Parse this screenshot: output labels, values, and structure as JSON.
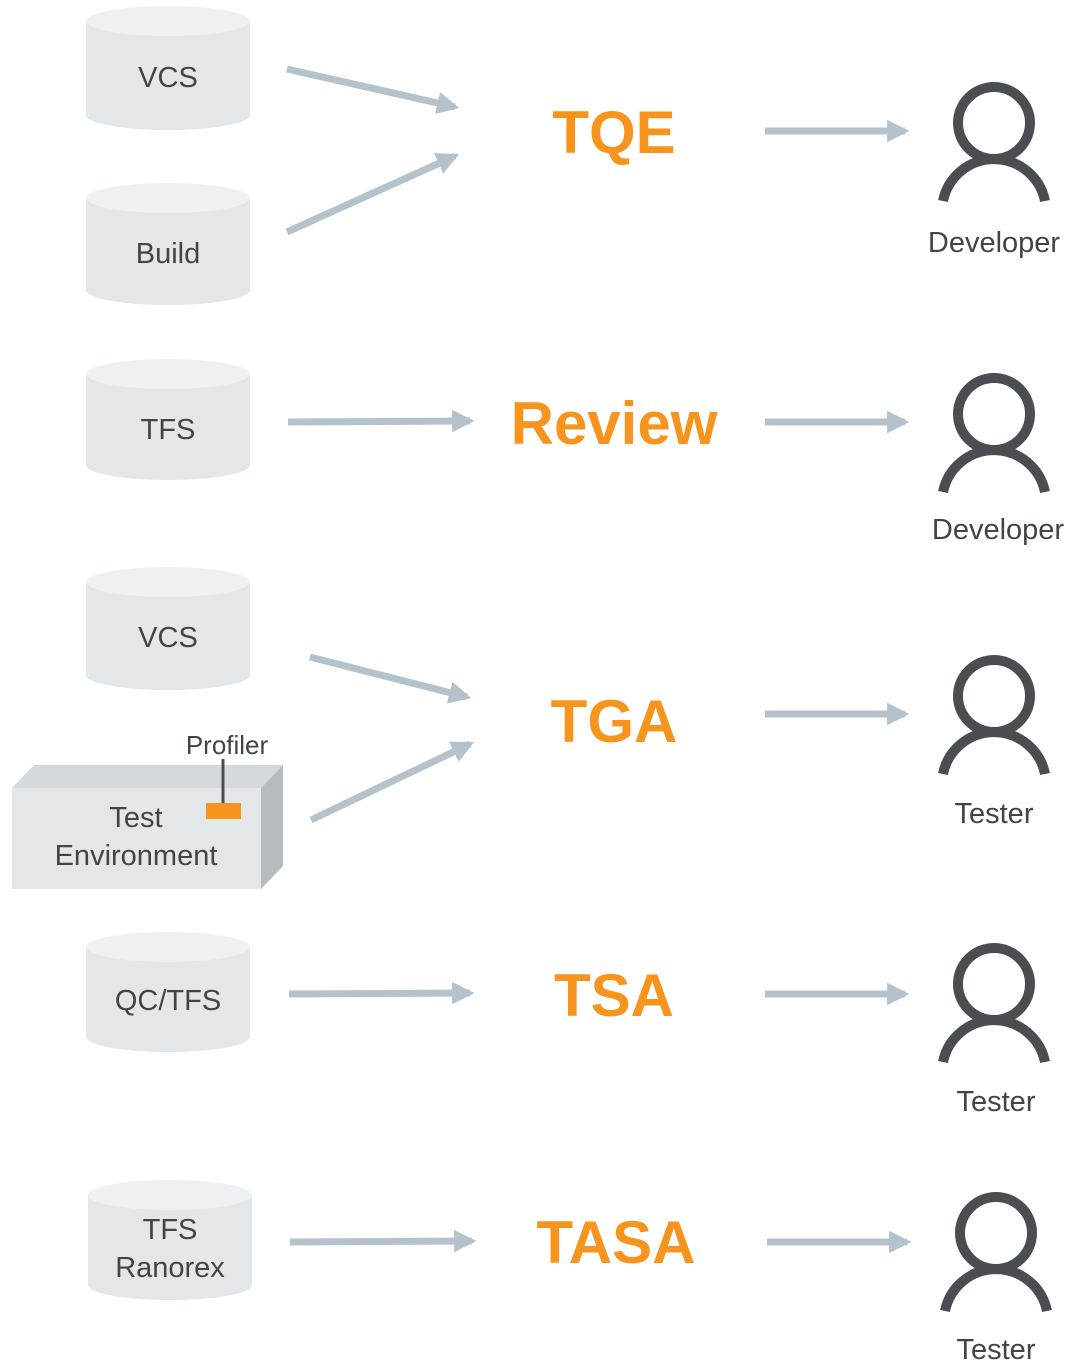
{
  "colors": {
    "accent": "#F7941D",
    "arrow": "#B4C2CC",
    "cylinder": "#E3E7EA",
    "cylinder_top": "#EEF1F3",
    "text": "#3F4548",
    "icon": "#4A4D52",
    "box_side": "#B5BCC1",
    "box_top": "#D4D9DD",
    "box_front": "#E3E7EA"
  },
  "rows": [
    {
      "sources": [
        {
          "lines": [
            "VCS"
          ]
        },
        {
          "lines": [
            "Build"
          ]
        }
      ],
      "tool": "TQE",
      "role": "Developer"
    },
    {
      "sources": [
        {
          "lines": [
            "TFS"
          ]
        }
      ],
      "tool": "Review",
      "role": "Developer"
    },
    {
      "sources": [
        {
          "lines": [
            "VCS"
          ]
        }
      ],
      "environment": {
        "lines": [
          "Test",
          "Environment"
        ],
        "profiler": "Profiler"
      },
      "tool": "TGA",
      "role": "Tester"
    },
    {
      "sources": [
        {
          "lines": [
            "QC/TFS"
          ]
        }
      ],
      "tool": "TSA",
      "role": "Tester"
    },
    {
      "sources": [
        {
          "lines": [
            "TFS",
            "Ranorex"
          ]
        }
      ],
      "tool": "TASA",
      "role": "Tester"
    }
  ]
}
